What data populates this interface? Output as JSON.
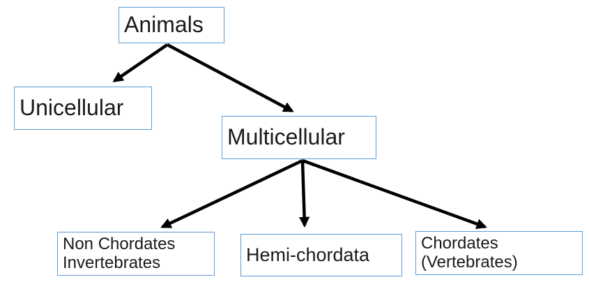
{
  "diagram": {
    "type": "tree-flowchart",
    "colors": {
      "background": "#ffffff",
      "box_border": "#5B9BD5",
      "arrow": "#000000",
      "text": "#1a1a1a"
    },
    "nodes": {
      "animals": {
        "label": "Animals"
      },
      "unicellular": {
        "label": "Unicellular"
      },
      "multicellular": {
        "label": "Multicellular"
      },
      "non_chordates": {
        "label": "Non Chordates\nInvertebrates"
      },
      "hemi_chordata": {
        "label": "Hemi-chordata"
      },
      "chordates": {
        "label": "Chordates\n(Vertebrates)"
      }
    },
    "edges": [
      {
        "from": "animals",
        "to": "unicellular"
      },
      {
        "from": "animals",
        "to": "multicellular"
      },
      {
        "from": "multicellular",
        "to": "non_chordates"
      },
      {
        "from": "multicellular",
        "to": "hemi_chordata"
      },
      {
        "from": "multicellular",
        "to": "chordates"
      }
    ]
  }
}
